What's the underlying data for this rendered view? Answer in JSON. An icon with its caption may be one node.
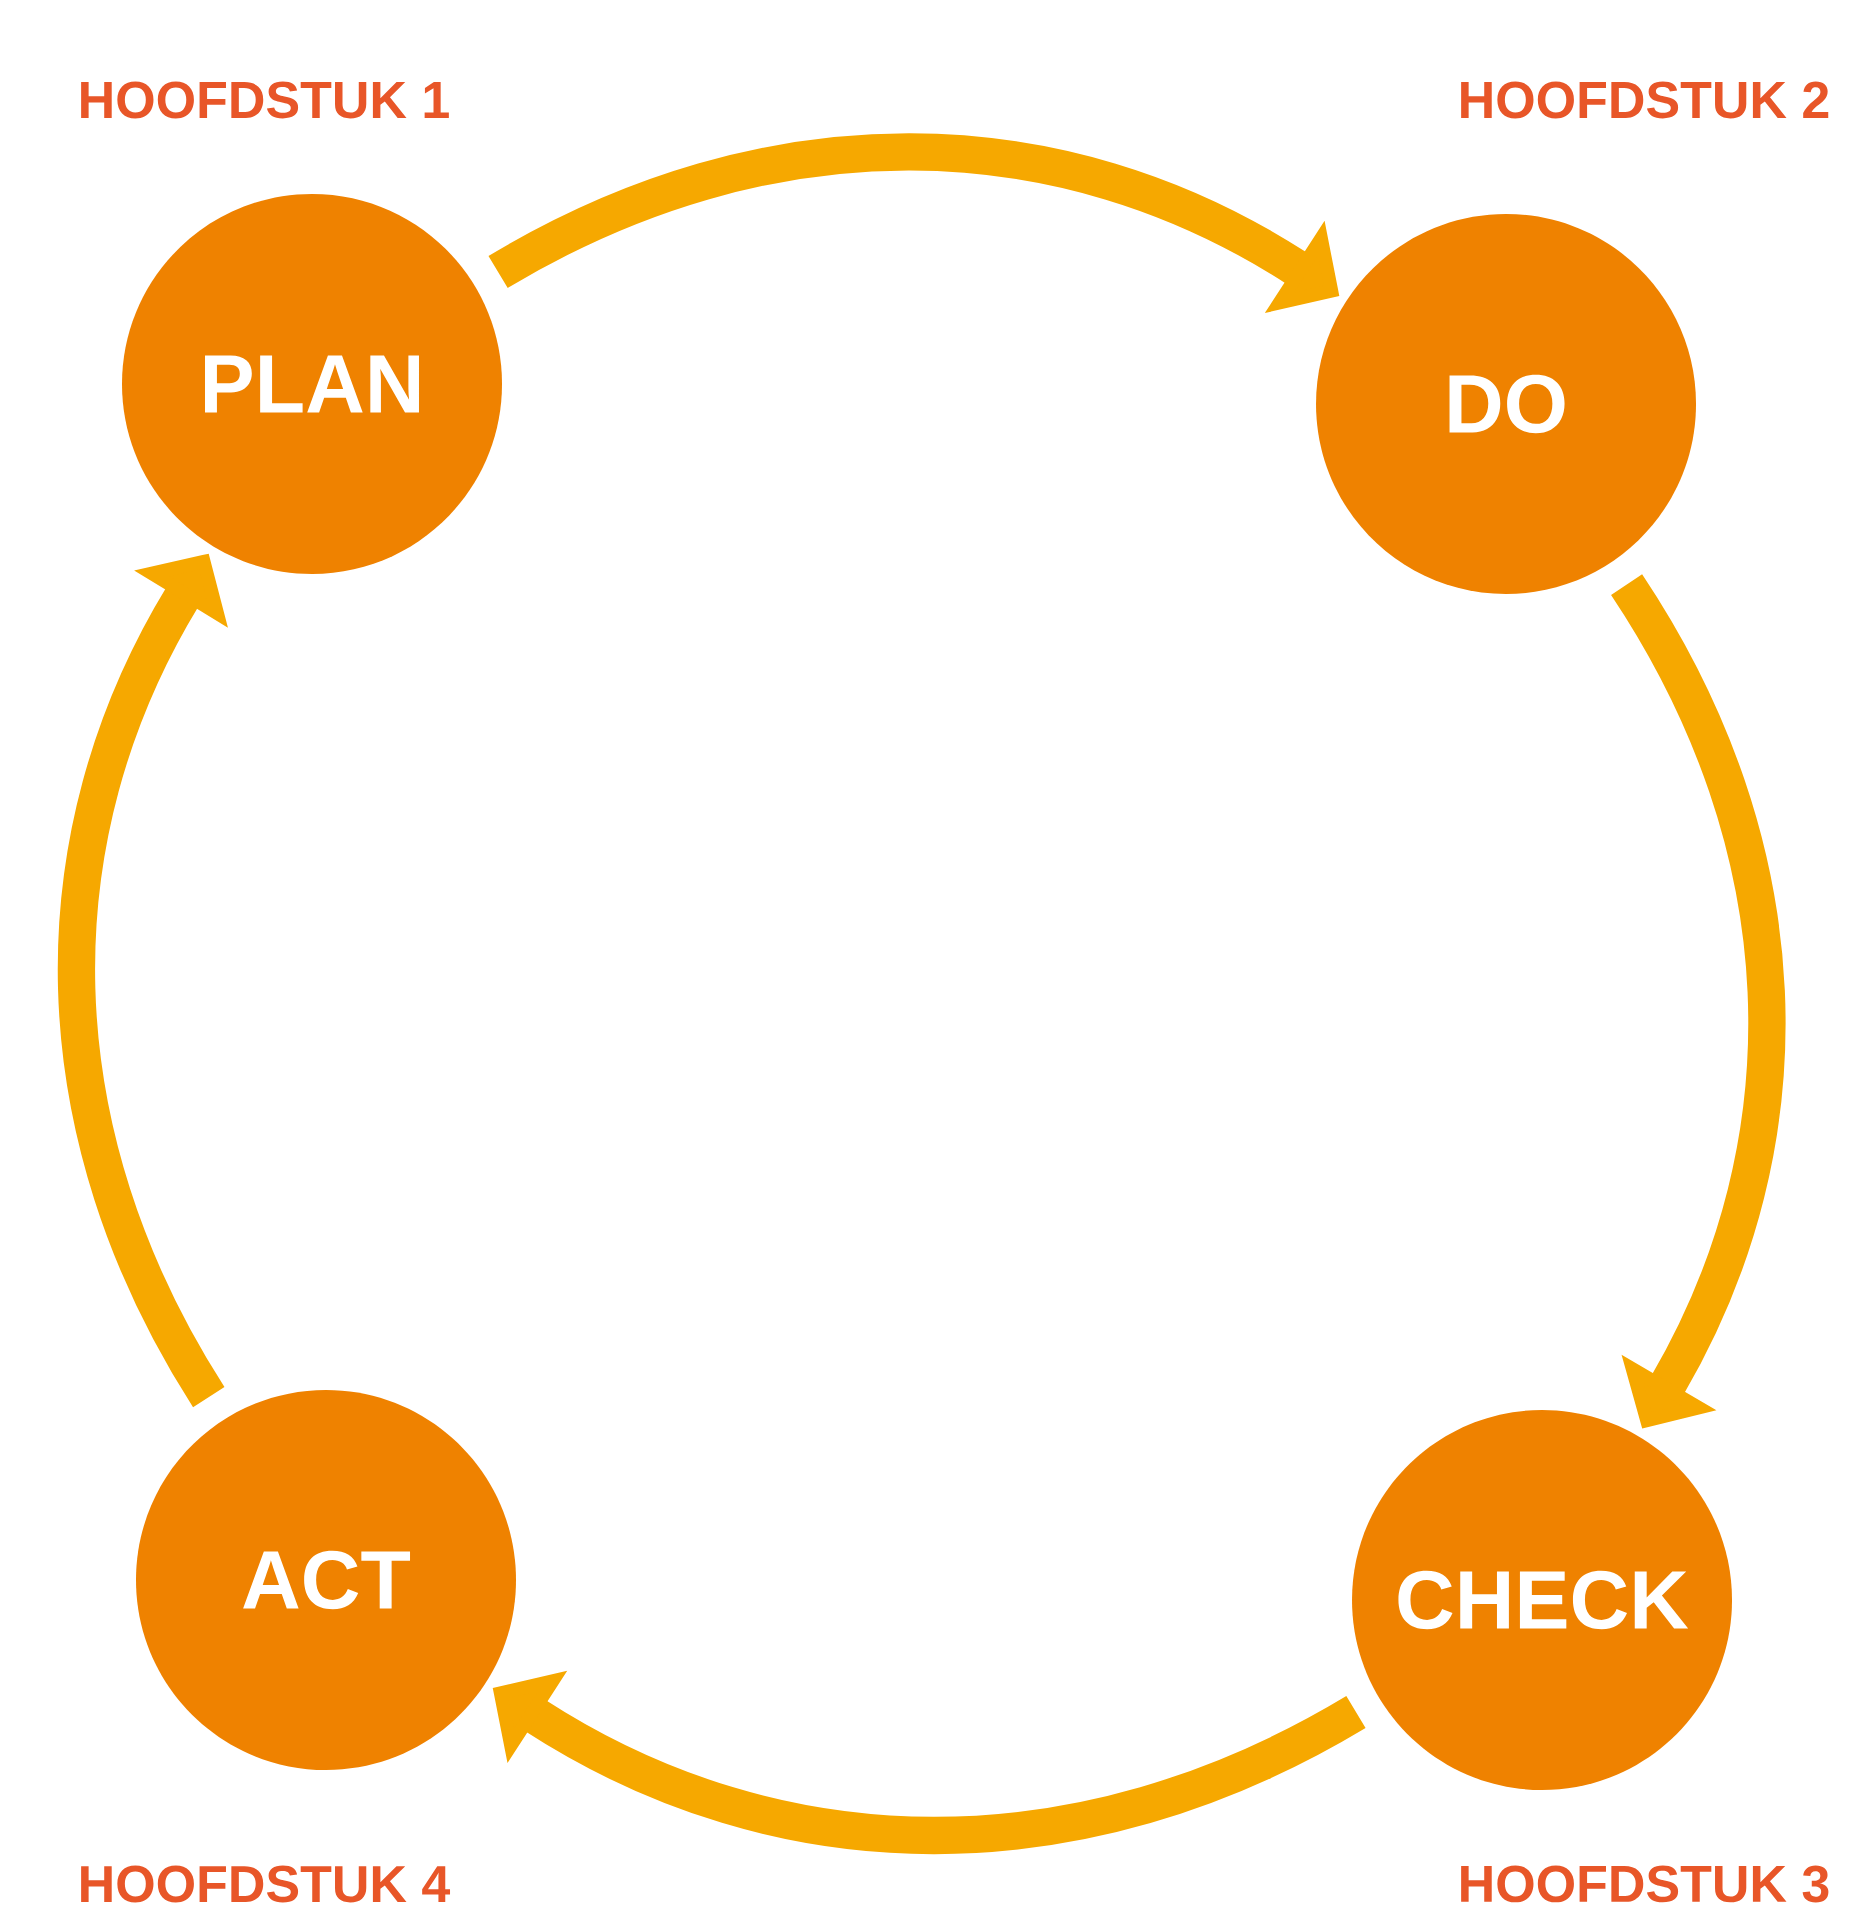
{
  "diagram": {
    "nodes": [
      {
        "text": [
          "PLAN"
        ],
        "beside": [
          "HOOFDSTUK 1"
        ]
      },
      {
        "text": [
          "DO"
        ],
        "beside": [
          "HOOFDSTUK 2"
        ]
      },
      {
        "text": [
          "CHECK"
        ],
        "beside": [
          "HOOFDSTUK 3"
        ]
      },
      {
        "text": [
          "ACT"
        ],
        "beside": [
          "HOOFDSTUK 4"
        ]
      }
    ],
    "edges": [
      {
        "from": 0,
        "to": 1,
        "arrow": "to"
      },
      {
        "from": 1,
        "to": 2,
        "arrow": "to"
      },
      {
        "from": 2,
        "to": 3,
        "arrow": "to"
      },
      {
        "from": 3,
        "to": 0,
        "arrow": "to"
      }
    ]
  }
}
